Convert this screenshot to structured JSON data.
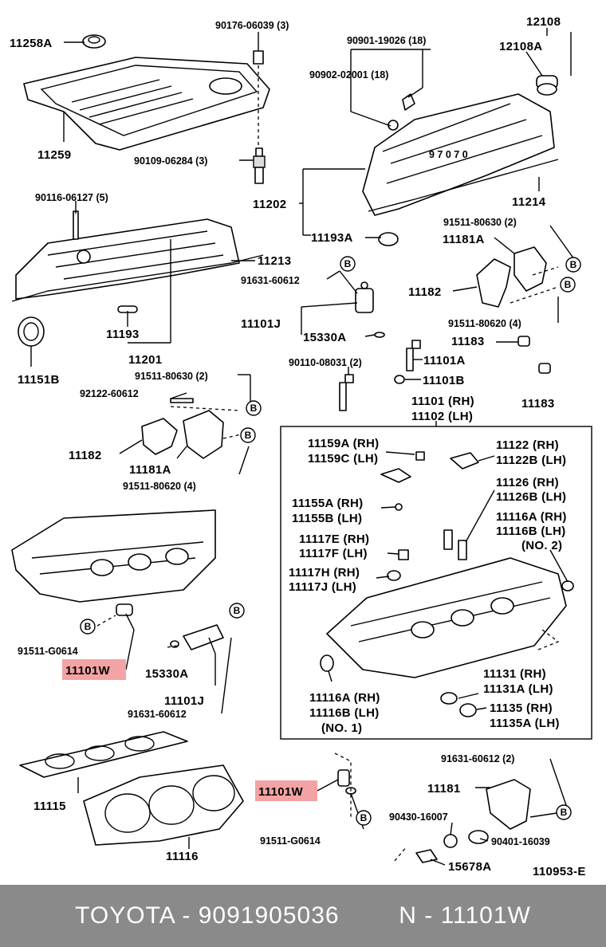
{
  "labels": {
    "p11258a": "11258A",
    "p90176": "90176-06039 (3)",
    "p12108": "12108",
    "p12108a": "12108A",
    "p90901": "90901-19026 (18)",
    "p90902": "90902-02001 (18)",
    "p11259": "11259",
    "p90109": "90109-06284 (3)",
    "p11202": "11202",
    "p11214": "11214",
    "p90116": "90116-06127 (5)",
    "p91511_80630_top": "91511-80630 (2)",
    "p11181a_top": "11181A",
    "p11213": "11213",
    "p91631_top": "91631-60612",
    "p11193a": "11193A",
    "p11182_top": "11182",
    "p11101j_top": "11101J",
    "p15330a_top": "15330A",
    "p91511_80620_top": "91511-80620 (4)",
    "p11193": "11193",
    "p11183_a": "11183",
    "p11101a": "11101A",
    "p90110": "90110-08031 (2)",
    "p11101b": "11101B",
    "p11151b": "11151B",
    "p11201": "11201",
    "p91511_80630_mid": "91511-80630 (2)",
    "p11183_b": "11183",
    "p11101_rh": "11101 (RH)",
    "p11102_lh": "11102 (LH)",
    "p92122": "92122-60612",
    "p11159a": "11159A (RH)",
    "p11159c": "11159C (LH)",
    "p11122": "11122   (RH)",
    "p11122b": "11122B (LH)",
    "p11182_mid": "11182",
    "p11181a_mid": "11181A",
    "p91511_80620_mid": "91511-80620 (4)",
    "p11126": "11126   (RH)",
    "p11126b": "11126B (LH)",
    "p11155a": "11155A (RH)",
    "p11155b": "11155B (LH)",
    "p11116a_r": "11116A (RH)",
    "p11116b_r": "11116B (LH)",
    "p_no2": "(NO. 2)",
    "p11117e": "11117E (RH)",
    "p11117f": "11117F  (LH)",
    "p11117h": "11117H (RH)",
    "p11117j": "11117J  (LH)",
    "p91511_g0614_a": "91511-G0614",
    "p11101w_a": "11101W",
    "p15330a_mid": "15330A",
    "p11101j_mid": "11101J",
    "p91631_mid": "91631-60612",
    "p11116a_l": "11116A (RH)",
    "p11116b_l": "11116B (LH)",
    "p_no1": "(NO. 1)",
    "p11131": "11131   (RH)",
    "p11131a": "11131A (LH)",
    "p11135": "11135    (RH)",
    "p11135a": "11135A (LH)",
    "p91631_bot": "91631-60612 (2)",
    "p11101w_b": "11101W",
    "p11181": "11181",
    "p11115": "11115",
    "p90430": "90430-16007",
    "p91511_g0614_b": "91511-G0614",
    "p90401": "90401-16039",
    "p11116": "11116",
    "p15678a": "15678A",
    "p110953": "110953-E"
  },
  "callout": "B",
  "footer": "TOYOTA - 9091905036        N - 11101W",
  "colors": {
    "highlight": "#f3a3a3",
    "footer_bg": "#8a8a8a",
    "footer_text": "#ffffff"
  }
}
